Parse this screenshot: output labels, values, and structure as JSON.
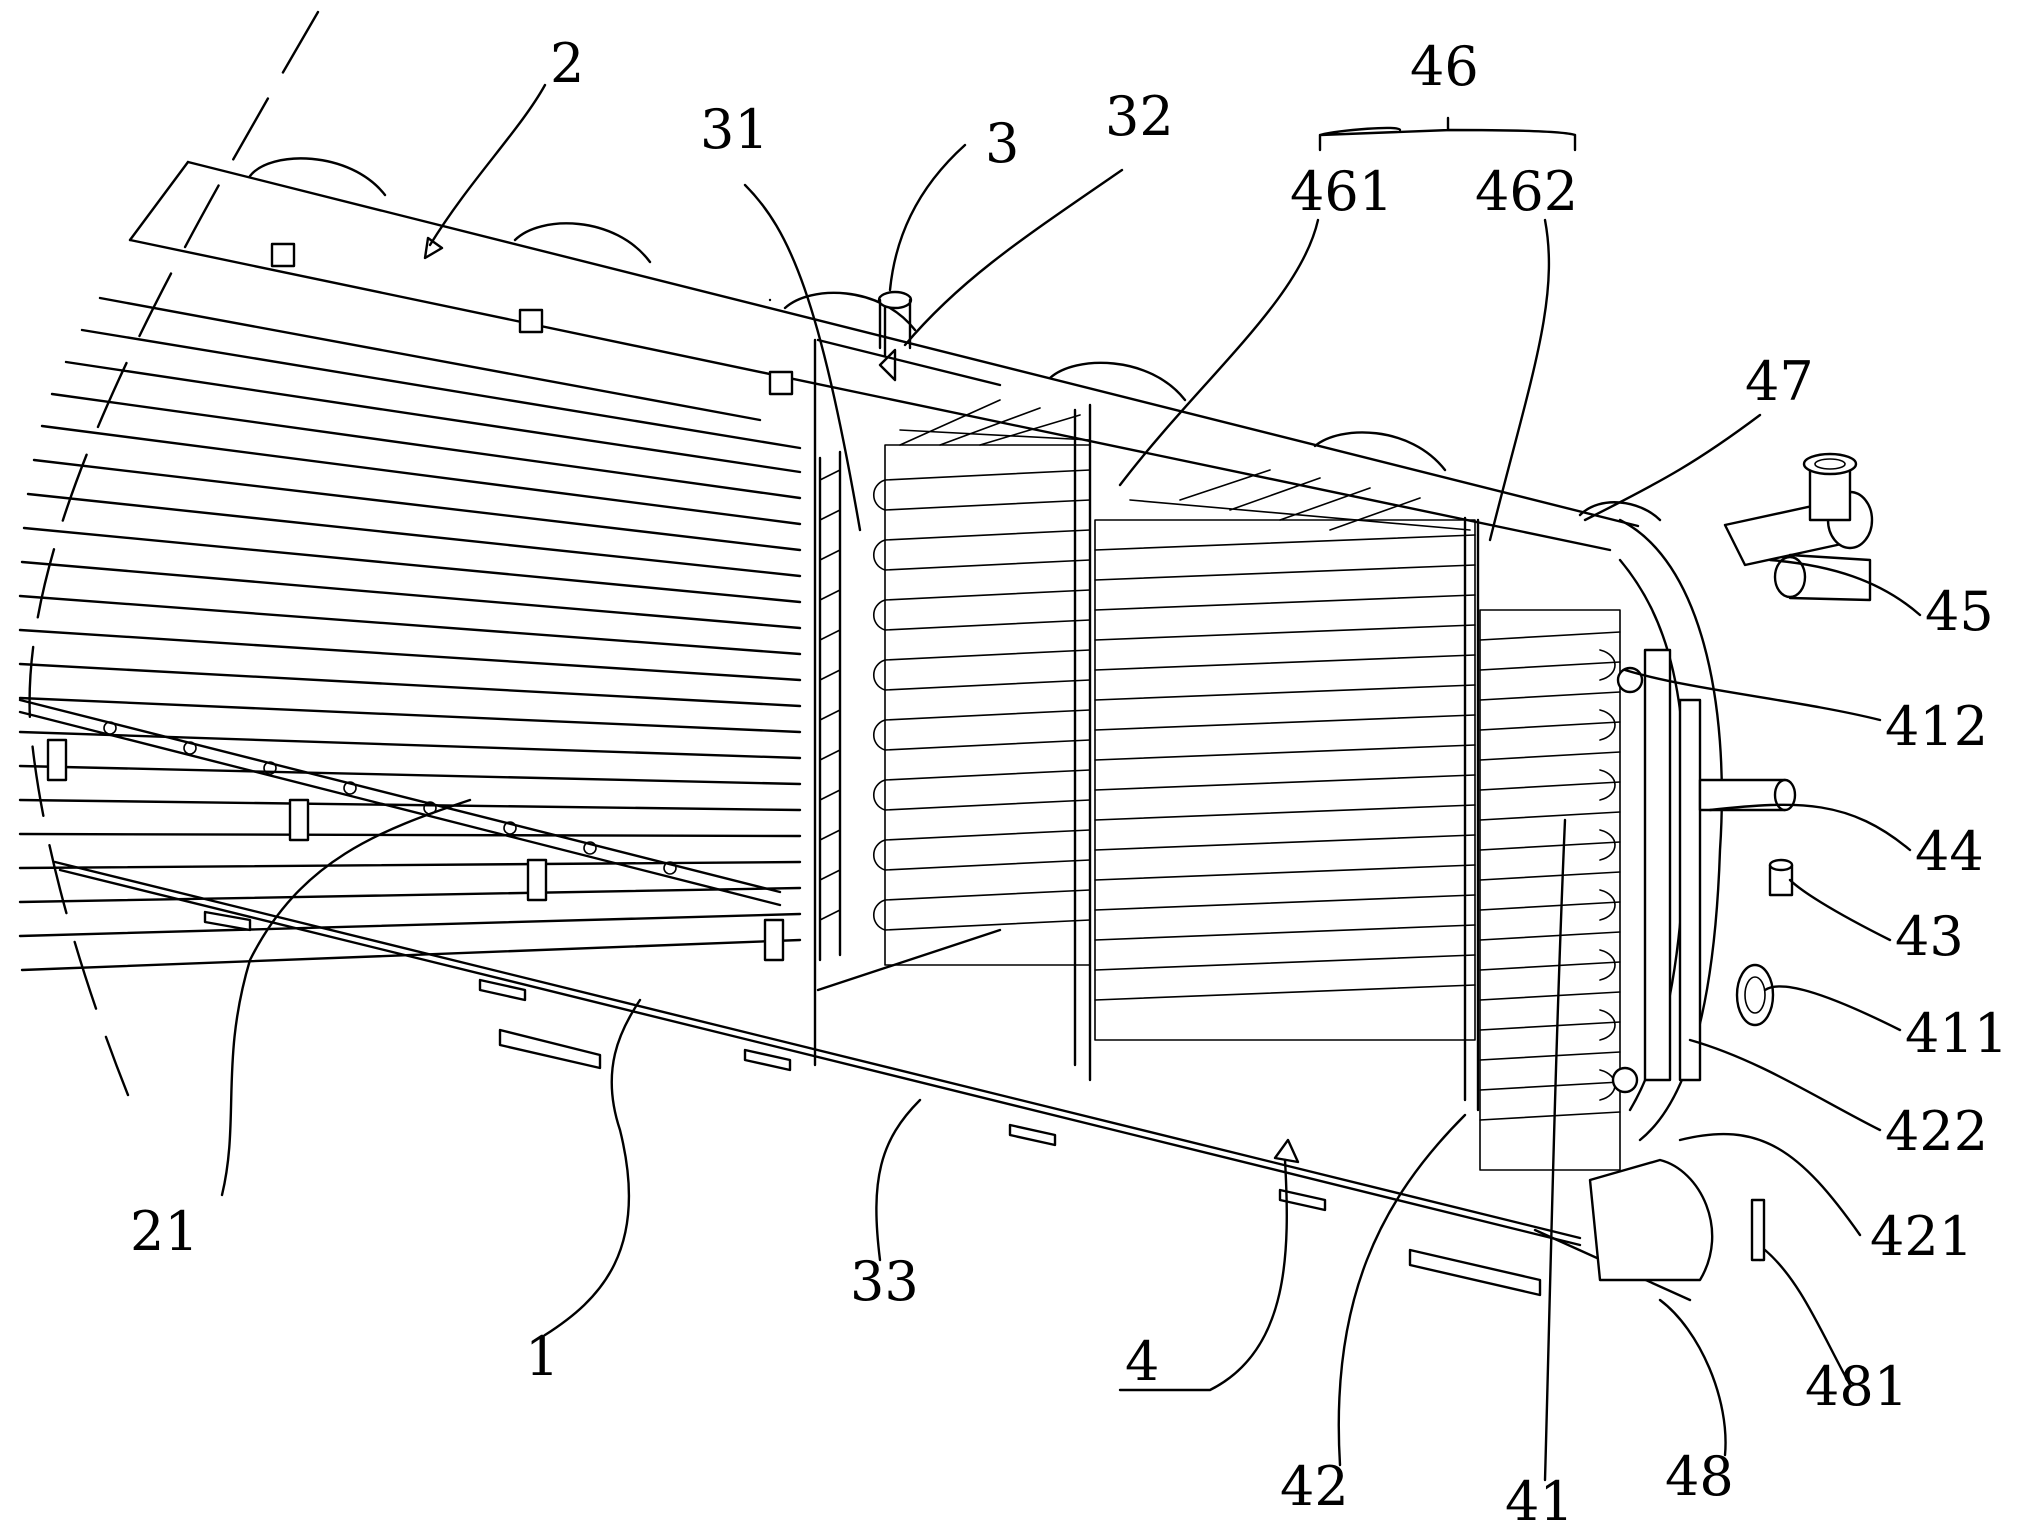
{
  "labels": {
    "l2": "2",
    "l31": "31",
    "l3": "3",
    "l32": "32",
    "l46": "46",
    "l461": "461",
    "l462": "462",
    "l47": "47",
    "l45": "45",
    "l412": "412",
    "l44": "44",
    "l43": "43",
    "l411": "411",
    "l422": "422",
    "l421": "421",
    "l481": "481",
    "l48": "48",
    "l41": "41",
    "l42": "42",
    "l4": "4",
    "l33": "33",
    "l1": "1",
    "l21": "21"
  }
}
